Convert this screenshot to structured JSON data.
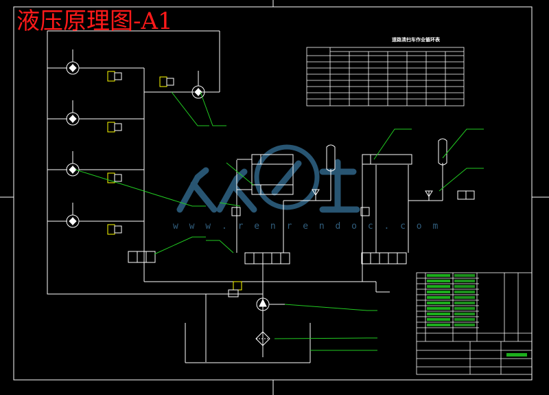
{
  "title": "液压原理图-A1",
  "watermark": {
    "url_text": "w w w . r e n r e n d o c . c o m"
  },
  "table": {
    "title": "道路清扫车作业循环表"
  },
  "colors": {
    "background": "#000000",
    "frame": "#ffffff",
    "title": "#ff1a1a",
    "leader": "#22cc22",
    "component": "#ffff00",
    "watermark": "#3a6f93"
  }
}
